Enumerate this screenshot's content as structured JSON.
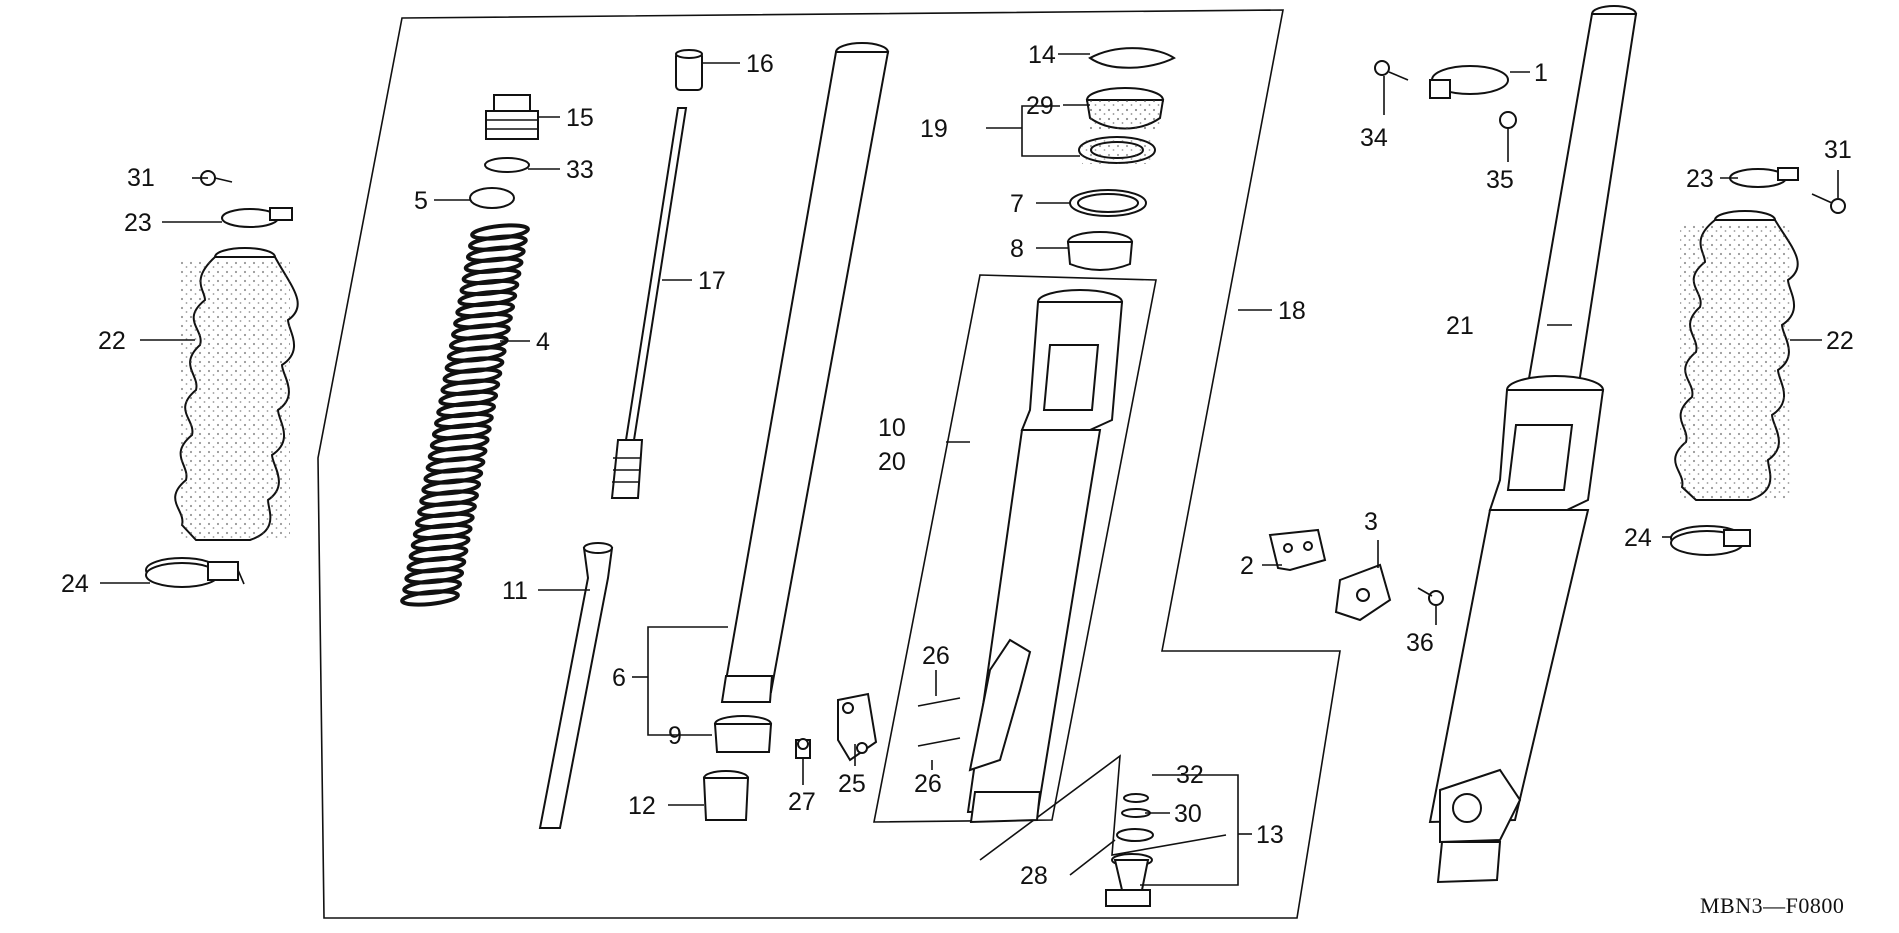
{
  "diagram_code": "MBN3—F0800",
  "labels": {
    "p1": "1",
    "p2": "2",
    "p3": "3",
    "p4": "4",
    "p5": "5",
    "p6": "6",
    "p7": "7",
    "p8": "8",
    "p9": "9",
    "p10": "10",
    "p11": "11",
    "p12": "12",
    "p13": "13",
    "p14": "14",
    "p15": "15",
    "p16": "16",
    "p17": "17",
    "p18": "18",
    "p19": "19",
    "p20": "20",
    "p21": "21",
    "p22": "22",
    "p23": "23",
    "p24": "24",
    "p25": "25",
    "p26": "26",
    "p27": "27",
    "p28": "28",
    "p29": "29",
    "p30": "30",
    "p31": "31",
    "p32": "32",
    "p33": "33",
    "p34": "34",
    "p35": "35",
    "p36": "36"
  }
}
